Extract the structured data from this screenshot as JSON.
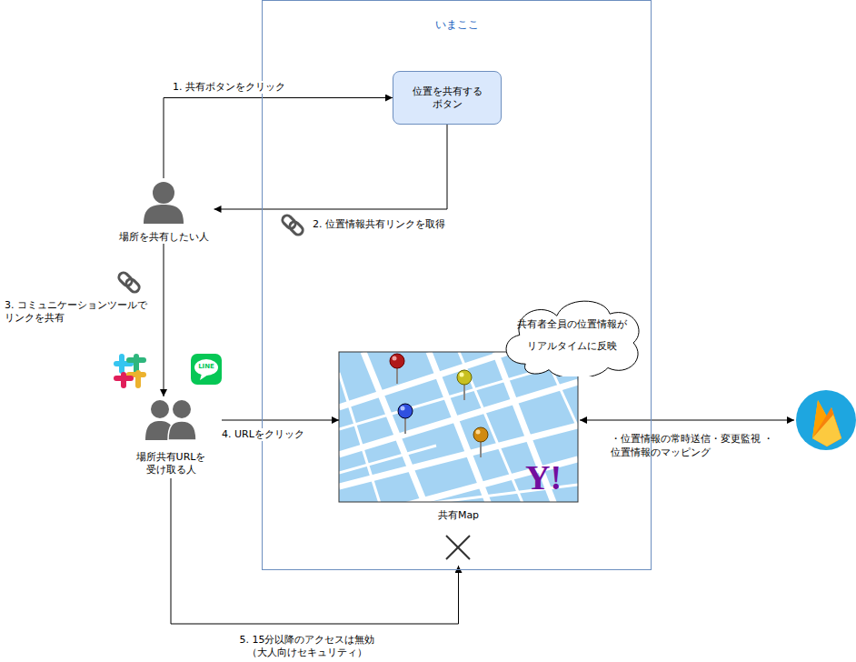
{
  "diagram": {
    "nodes": [
      {
        "text": [
          "いまここ"
        ]
      },
      {
        "text": [
          "位置を共有する ボタン"
        ],
        "in": 0
      },
      {
        "text": [
          "場所を共有したい人"
        ]
      },
      {
        "text": [
          "共有者全員の位置情報が リアルタイムに反映"
        ],
        "in": 0
      },
      {
        "text": [
          "共有Map"
        ],
        "in": 0
      },
      {
        "text": [
          "場所共有URLを 受け取る人"
        ]
      }
    ],
    "edges": [
      {
        "from": 2,
        "to": 1,
        "arrow": "to",
        "label": "1. 共有ボタンをクリック"
      },
      {
        "from": 1,
        "to": 2,
        "arrow": "to",
        "label": "2. 位置情報共有リンクを取得"
      },
      {
        "from": 2,
        "to": 5,
        "arrow": "to",
        "label": "3. コミュニケーションツールで リンクを共有"
      },
      {
        "from": 5,
        "to": 4,
        "arrow": "to",
        "label": "4. URLをクリック"
      },
      {
        "from": 5,
        "to": 4,
        "arrow": "to",
        "label": "5. 15分以降のアクセスは無効 （大人向けセキュリティ）"
      }
    ],
    "labels": [
      "Y!",
      "LINE",
      "・位置情報の常時送信・変更監視 ・位置情報のマッピング"
    ]
  }
}
